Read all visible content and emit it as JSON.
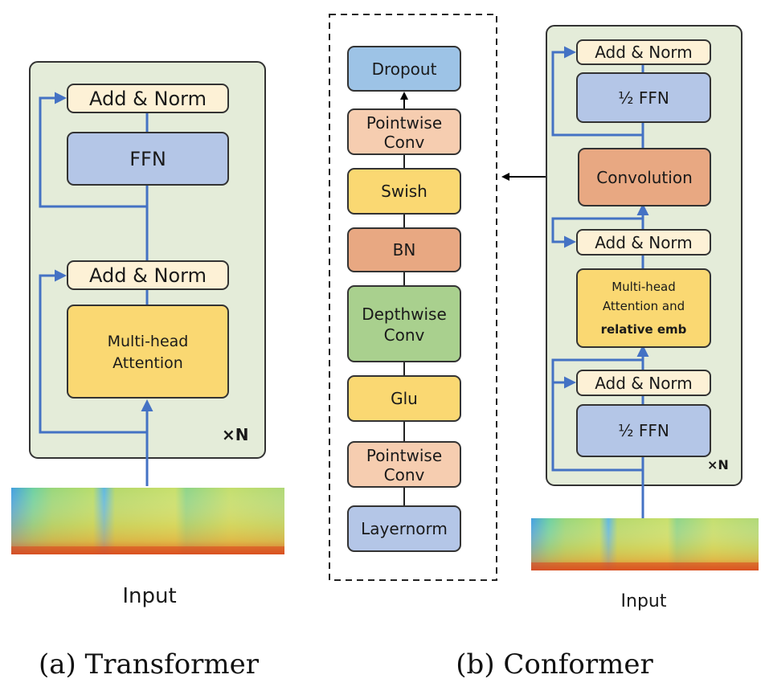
{
  "transformer": {
    "blocks": {
      "add_norm_top": "Add & Norm",
      "ffn": "FFN",
      "add_norm_bottom": "Add & Norm",
      "mha_line1": "Multi-head",
      "mha_line2": "Attention"
    },
    "repeat": "×N",
    "input_label": "Input",
    "caption": "(a) Transformer"
  },
  "conv_module": {
    "blocks": {
      "dropout": "Dropout",
      "pw_top_line1": "Pointwise",
      "pw_top_line2": "Conv",
      "swish": "Swish",
      "bn": "BN",
      "dw_line1": "Depthwise",
      "dw_line2": "Conv",
      "glu": "Glu",
      "pw_bottom_line1": "Pointwise",
      "pw_bottom_line2": "Conv",
      "layernorm": "Layernorm"
    }
  },
  "conformer": {
    "blocks": {
      "add_norm_1": "Add & Norm",
      "half_ffn_top": "½ FFN",
      "convolution": "Convolution",
      "add_norm_2": "Add & Norm",
      "mha_line1": "Multi-head",
      "mha_line2": "Attention and",
      "mha_line3": "relative emb",
      "add_norm_3": "Add & Norm",
      "half_ffn_bottom": "½ FFN"
    },
    "repeat": "×N",
    "input_label": "Input",
    "caption": "(b) Conformer"
  },
  "colors": {
    "panel_bg": "#e4ecd9",
    "add_norm": "#fdf1d6",
    "ffn": "#b4c6e7",
    "attention": "#fad872",
    "pointwise": "#f6cdb0",
    "bn_conv": "#e8a882",
    "depthwise": "#a9d08e",
    "dropout": "#9dc3e6",
    "arrow_blue": "#4472c4"
  }
}
